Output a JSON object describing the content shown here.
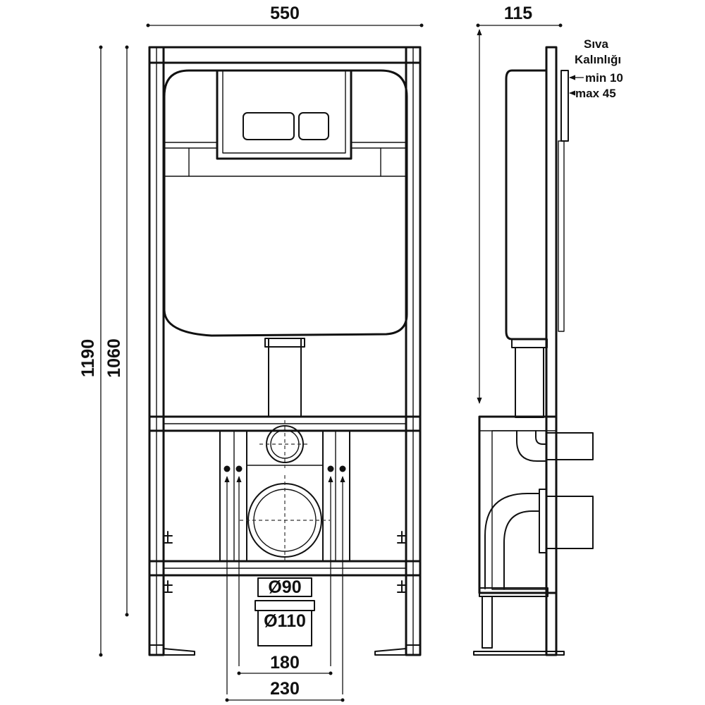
{
  "dimensions": {
    "frame_width": "550",
    "frame_depth": "115",
    "total_height": "1190",
    "frame_height": "1060",
    "bolt_spacing_inner": "180",
    "bolt_spacing_outer": "230",
    "flush_pipe_diameter": "Ø90",
    "drain_pipe_diameter": "Ø110"
  },
  "plaster_note": {
    "title_line1": "Sıva",
    "title_line2": "Kalınlığı",
    "min_label": "min 10",
    "max_label": "max 45"
  },
  "colors": {
    "line": "#111111",
    "background": "#ffffff"
  }
}
